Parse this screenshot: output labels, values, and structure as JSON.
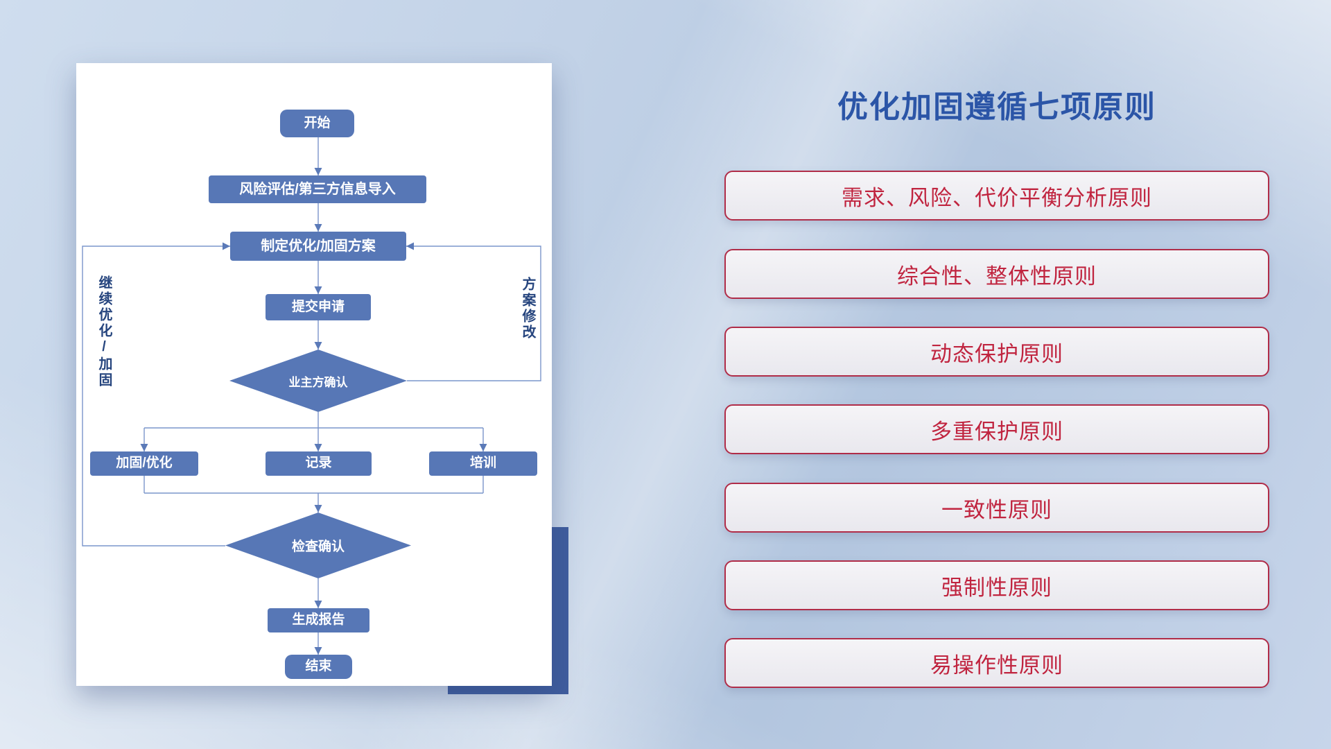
{
  "flowchart": {
    "nodes": {
      "start": "开始",
      "risk_import": "风险评估/第三方信息导入",
      "make_plan": "制定优化/加固方案",
      "submit": "提交申请",
      "owner_confirm": "业主方确认",
      "harden": "加固/优化",
      "record": "记录",
      "training": "培训",
      "check_confirm": "检查确认",
      "report": "生成报告",
      "end": "结束"
    },
    "loop_labels": {
      "left": "继续优化/加固",
      "right": "方案修改"
    }
  },
  "panel": {
    "title": "优化加固遵循七项原则",
    "principles": [
      "需求、风险、代价平衡分析原则",
      "综合性、整体性原则",
      "动态保护原则",
      "多重保护原则",
      "一致性原则",
      "强制性原则",
      "易操作性原则"
    ]
  },
  "colors": {
    "title_blue": "#2b55a7",
    "node_blue": "#5777b6",
    "line_blue": "#7a95cb",
    "arrow_blue": "#5b7ab8",
    "principle_red": "#c0243f",
    "pill_border": "#b02c48",
    "pill_bg": "#f0eff2",
    "accent_navy": "#3f5d9e"
  }
}
